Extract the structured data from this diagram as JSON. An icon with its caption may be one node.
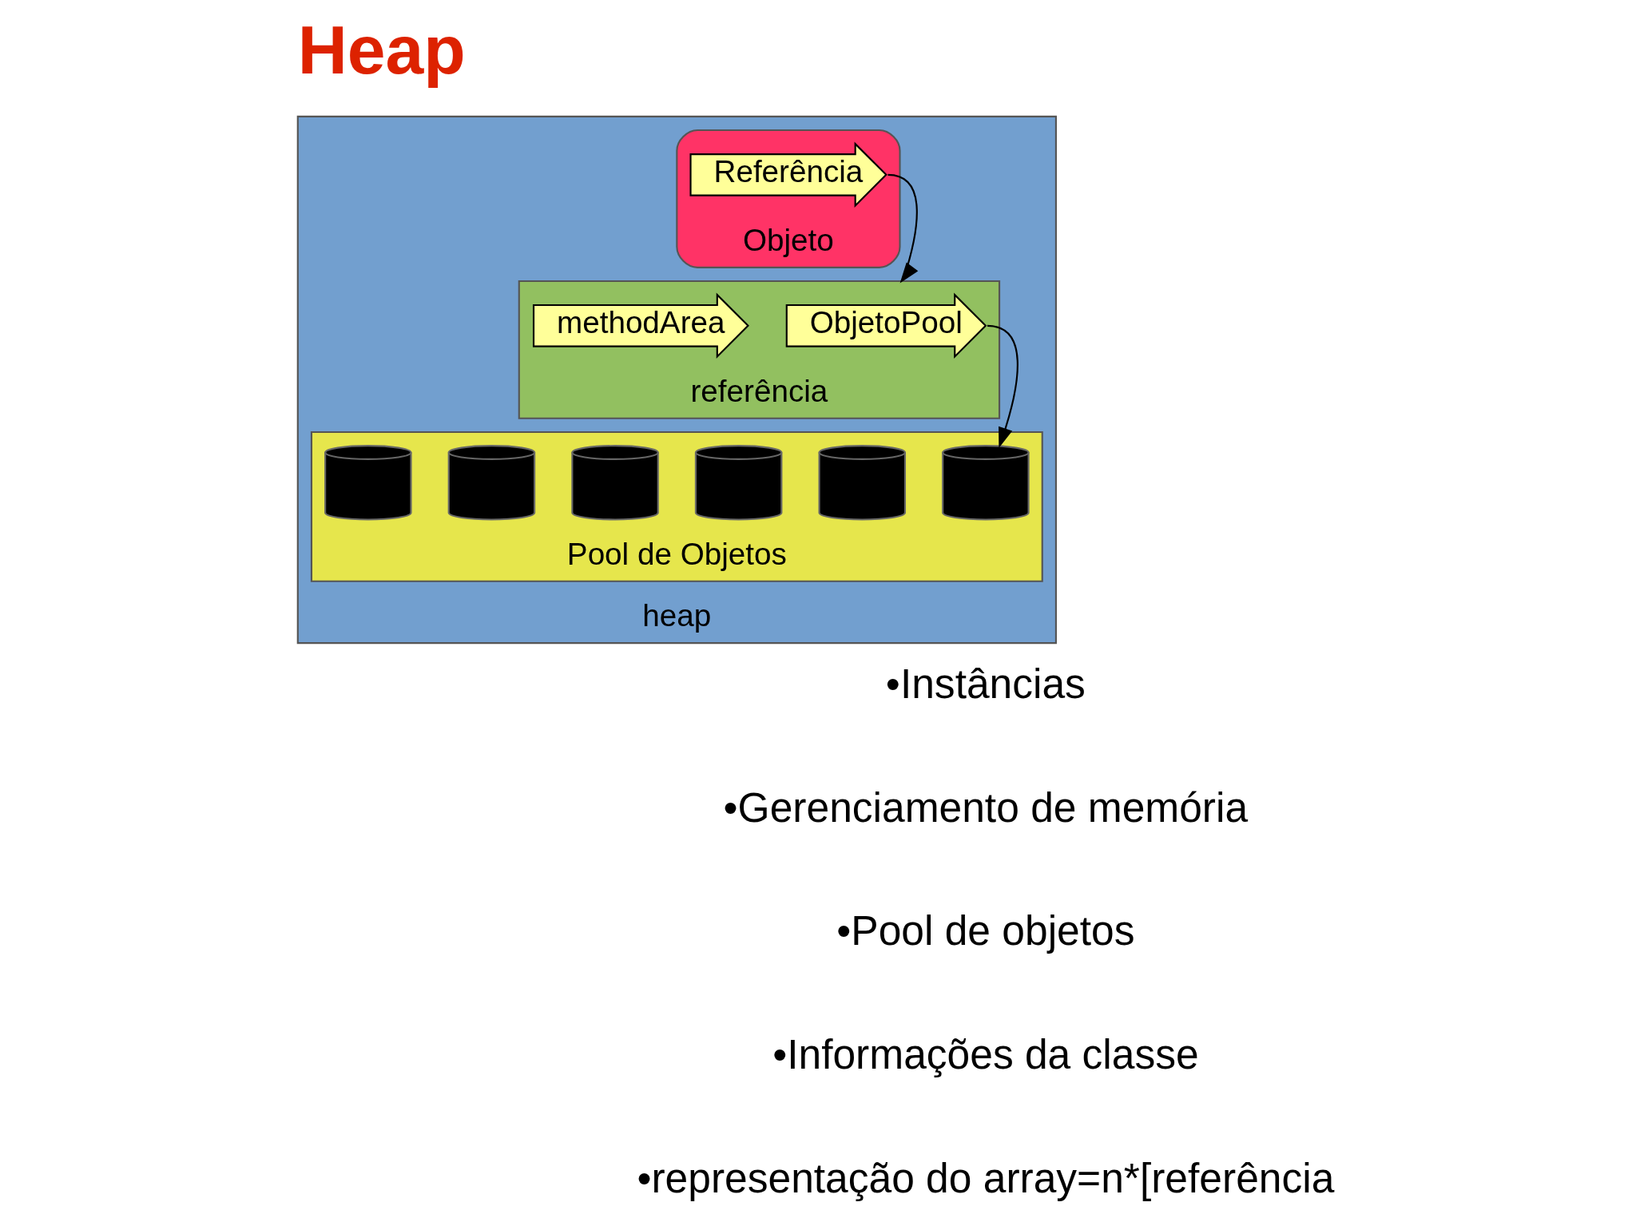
{
  "diagram": {
    "title": "Heap",
    "nodes": [
      {
        "text": [
          "heap"
        ]
      },
      {
        "text": [
          "Objeto"
        ],
        "in": 0
      },
      {
        "text": [
          "Referência"
        ],
        "in": 1
      },
      {
        "text": [
          "referência"
        ],
        "in": 0
      },
      {
        "text": [
          "ObjetoPool"
        ],
        "in": 3
      },
      {
        "text": [
          "methodArea"
        ],
        "in": 3
      },
      {
        "text": [
          "Pool de Objetos"
        ],
        "in": 0
      },
      {
        "text": [],
        "shape": "cylinder",
        "in": 6
      },
      {
        "text": [],
        "shape": "cylinder",
        "in": 6
      },
      {
        "text": [],
        "shape": "cylinder",
        "in": 6
      },
      {
        "text": [],
        "shape": "cylinder",
        "in": 6
      },
      {
        "text": [],
        "shape": "cylinder",
        "in": 6
      },
      {
        "text": [],
        "shape": "cylinder",
        "in": 6
      }
    ],
    "edges": [
      {
        "from": 2,
        "to": 3,
        "arrow": "to"
      },
      {
        "from": 4,
        "to": 12,
        "arrow": "to"
      }
    ],
    "labels": [
      "•Instâncias",
      "•Gerenciamento de memória",
      "•Pool de objetos",
      "•Informações da classe",
      "•representação do array=n*[referência"
    ]
  }
}
